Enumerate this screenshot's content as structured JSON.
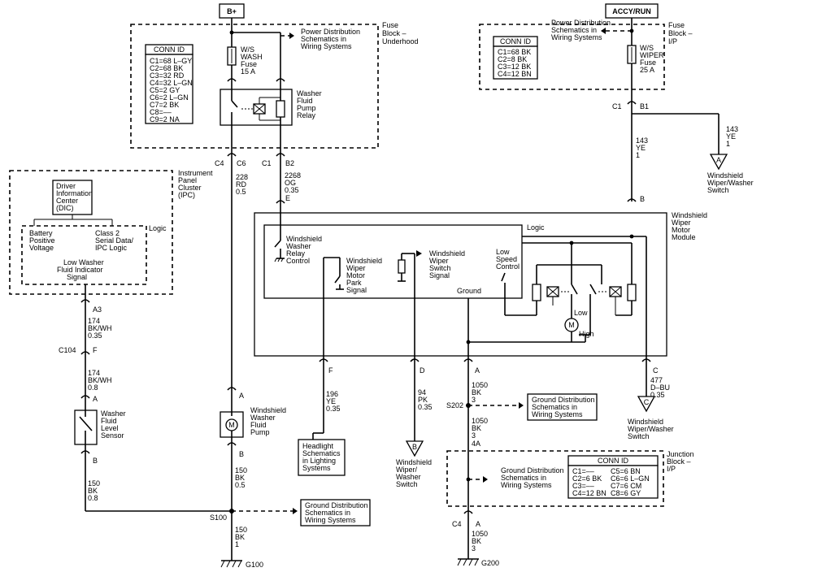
{
  "power": {
    "bplus": "B+",
    "accy_run": "ACCY/RUN"
  },
  "fuse_block_underhood": {
    "title": [
      "Fuse",
      "Block –",
      "Underhood"
    ],
    "power_ref": [
      "Power Distribution",
      "Schematics in",
      "Wiring Systems"
    ],
    "fuse": [
      "W/S",
      "WASH",
      "Fuse",
      "15 A"
    ],
    "relay": [
      "Washer",
      "Fluid",
      "Pump",
      "Relay"
    ],
    "conn_title": "CONN ID",
    "conn_list": [
      "C1=68 L–GY",
      "C2=68 BK",
      "C3=32 RD",
      "C4=32 L–GN",
      "C5=2 GY",
      "C6=2 L–GN",
      "C7=2 BK",
      "C8=––",
      "C9=2 NA"
    ]
  },
  "fuse_block_ip": {
    "title": [
      "Fuse",
      "Block –",
      "I/P"
    ],
    "power_ref": [
      "Power Distribution",
      "Schematics in",
      "Wiring Systems"
    ],
    "fuse": [
      "W/S",
      "WIPER",
      "Fuse",
      "25 A"
    ],
    "conn_title": "CONN ID",
    "conn_list": [
      "C1=68 BK",
      "C2=8 BK",
      "C3=12 BK",
      "C4=12 BN"
    ]
  },
  "ipc": {
    "title": [
      "Instrument",
      "Panel",
      "Cluster",
      "(IPC)"
    ],
    "dic": [
      "Driver",
      "Information",
      "Center",
      "(DIC)"
    ],
    "battery": [
      "Battery",
      "Positive",
      "Voltage"
    ],
    "class2": [
      "Class 2",
      "Serial Data/",
      "IPC Logic"
    ],
    "logic": "Logic",
    "low_washer": [
      "Low Washer",
      "Fluid Indicator",
      "Signal"
    ]
  },
  "wiper_module": {
    "title": [
      "Windshield",
      "Wiper",
      "Motor",
      "Module"
    ],
    "logic": "Logic",
    "relay_control": [
      "Windshield",
      "Washer",
      "Relay",
      "Control"
    ],
    "park_signal": [
      "Windshield",
      "Wiper",
      "Motor",
      "Park",
      "Signal"
    ],
    "switch_signal": [
      "Windshield",
      "Wiper",
      "Switch",
      "Signal"
    ],
    "ground": "Ground",
    "low_speed": [
      "Low",
      "Speed",
      "Control"
    ],
    "low": "Low",
    "high": "High",
    "motor": "M"
  },
  "pins": {
    "c4": "C4",
    "c6": "C6",
    "c1a": "C1",
    "b2": "B2",
    "e": "E",
    "c1b": "C1",
    "b1": "B1",
    "b": "B",
    "a3": "A3",
    "c104": "C104",
    "f": "F",
    "a": "A",
    "pump_a": "A",
    "pump_b": "B",
    "sensor_b": "B",
    "mod_f": "F",
    "mod_d": "D",
    "mod_a": "A",
    "mod_c": "C",
    "s202": "S202",
    "s100": "S100",
    "g100": "G100",
    "g200": "G200",
    "c4b": "C4",
    "a4a": "4A",
    "a_jb": "A"
  },
  "wires": {
    "w228": [
      "228",
      "RD",
      "0.5"
    ],
    "w2268": [
      "2268",
      "OG",
      "0.35"
    ],
    "w143a": [
      "143",
      "YE",
      "1"
    ],
    "w143b": [
      "143",
      "YE",
      "1"
    ],
    "w174a": [
      "174",
      "BK/WH",
      "0.35"
    ],
    "w174b": [
      "174",
      "BK/WH",
      "0.8"
    ],
    "w150a": [
      "150",
      "BK",
      "0.8"
    ],
    "w150b": [
      "150",
      "BK",
      "0.5"
    ],
    "w150c": [
      "150",
      "BK",
      "1"
    ],
    "w196": [
      "196",
      "YE",
      "0.35"
    ],
    "w94": [
      "94",
      "PK",
      "0.35"
    ],
    "w1050a": [
      "1050",
      "BK",
      "3"
    ],
    "w1050b": [
      "1050",
      "BK",
      "3"
    ],
    "w1050c": [
      "1050",
      "BK",
      "3"
    ],
    "w477": [
      "477",
      "D–BU",
      "0.35"
    ]
  },
  "components": {
    "pump": [
      "Windshield",
      "Washer",
      "Fluid",
      "Pump"
    ],
    "sensor": [
      "Washer",
      "Fluid",
      "Level",
      "Sensor"
    ],
    "headlight_ref": [
      "Headlight",
      "Schematics",
      "in Lighting",
      "Systems"
    ],
    "ground_ref_s100": [
      "Ground Distribution",
      "Schematics in",
      "Wiring Systems"
    ],
    "ground_ref_s202": [
      "Ground Distribution",
      "Schematics in",
      "Wiring Systems"
    ],
    "ground_ref_jb": [
      "Ground Distribution",
      "Schematics in",
      "Wiring Systems"
    ],
    "junction_block": [
      "Junction",
      "Block –",
      "I/P"
    ],
    "jb_conn_title": "CONN ID",
    "jb_conn_left": [
      "C1=––",
      "C2=6 BK",
      "C3=––",
      "C4=12 BN"
    ],
    "jb_conn_right": [
      "C5=6 BN",
      "C6=6 L–GN",
      "C7=6 CM",
      "C8=6 GY"
    ]
  },
  "references": {
    "ref_a_letter": "A",
    "ref_a_label": [
      "Windshield",
      "Wiper/Washer",
      "Switch"
    ],
    "ref_b_letter": "B",
    "ref_b_label": [
      "Windshield",
      "Wiper/",
      "Washer",
      "Switch"
    ],
    "ref_c_letter": "C",
    "ref_c_label": [
      "Windshield",
      "Wiper/Washer",
      "Switch"
    ]
  }
}
